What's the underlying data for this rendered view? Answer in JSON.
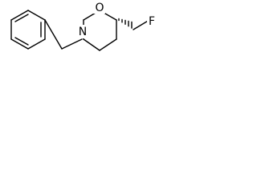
{
  "structure": {
    "atoms": {
      "nitrogen": "N",
      "oxygen": "O",
      "fluorine": "F"
    },
    "stereo": {
      "stereocenter_bond": "hashed-wedge"
    },
    "colors": {
      "bond": "#000000",
      "label": "#000000",
      "background": "#ffffff"
    }
  }
}
